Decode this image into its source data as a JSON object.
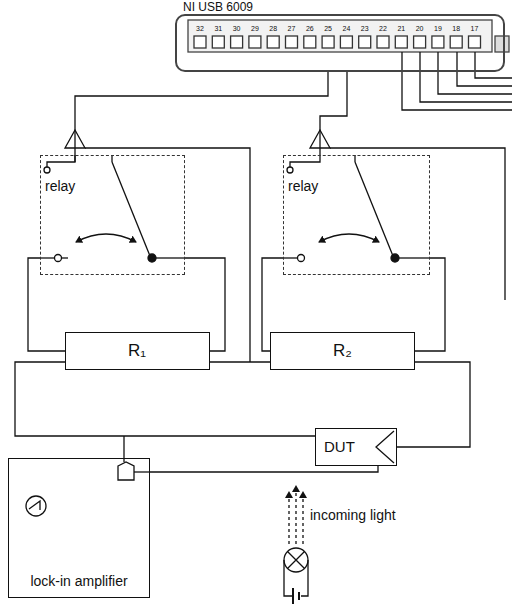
{
  "diagram": {
    "nodes": [
      {
        "text": [
          "NI USB 6009"
        ]
      },
      {
        "text": [
          "relay"
        ]
      },
      {
        "text": [
          "R₁"
        ]
      },
      {
        "text": [
          "relay"
        ]
      },
      {
        "text": [
          "R₂"
        ]
      },
      {
        "text": [
          "DUT"
        ]
      },
      {
        "text": [
          "lock-in amplifier"
        ]
      }
    ],
    "edges": [
      {
        "from": 0,
        "to": 1,
        "arrow": "none"
      },
      {
        "from": 0,
        "to": 3,
        "arrow": "none"
      },
      {
        "from": 1,
        "to": 2,
        "arrow": "none"
      },
      {
        "from": 1,
        "to": 2,
        "arrow": "none"
      },
      {
        "from": 3,
        "to": 4,
        "arrow": "none"
      },
      {
        "from": 3,
        "to": 4,
        "arrow": "none"
      },
      {
        "from": 2,
        "to": 4,
        "arrow": "none"
      },
      {
        "from": 2,
        "to": 5,
        "arrow": "none"
      },
      {
        "from": 4,
        "to": 5,
        "arrow": "none"
      },
      {
        "from": 5,
        "to": 6,
        "arrow": "none"
      }
    ],
    "labels": [
      "32",
      "31",
      "30",
      "29",
      "28",
      "27",
      "26",
      "25",
      "24",
      "23",
      "22",
      "21",
      "20",
      "19",
      "18",
      "17",
      "incoming light"
    ]
  }
}
